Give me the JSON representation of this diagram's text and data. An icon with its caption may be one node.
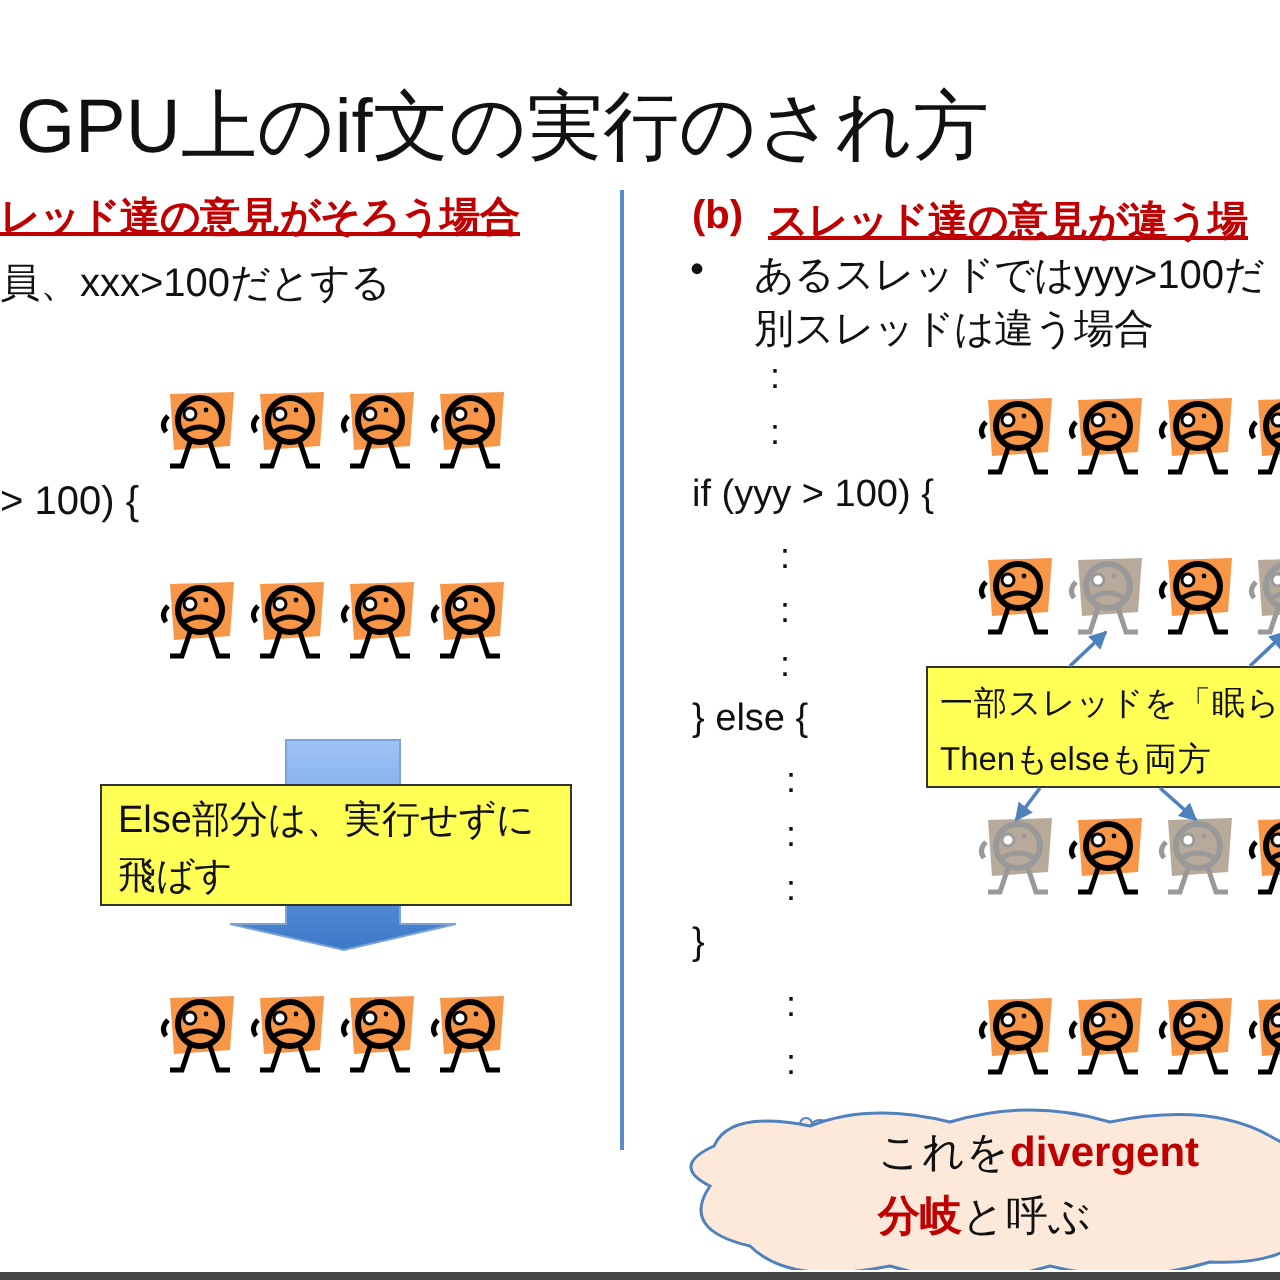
{
  "diagram": {
    "title": "GPU上のif文の実行のされ方",
    "nodes": [
      {
        "text": [],
        "shape": "picture"
      },
      {
        "text": [],
        "shape": "picture"
      },
      {
        "text": [],
        "shape": "picture"
      },
      {
        "text": [],
        "shape": "picture"
      },
      {
        "text": [],
        "shape": "picture"
      },
      {
        "text": [],
        "shape": "picture"
      },
      {
        "text": [],
        "shape": "picture"
      },
      {
        "text": [],
        "shape": "picture"
      },
      {
        "text": [
          "Else部分は、実行せずに飛ばす"
        ]
      },
      {
        "text": [],
        "shape": "picture"
      },
      {
        "text": [],
        "shape": "picture"
      },
      {
        "text": [],
        "shape": "picture"
      },
      {
        "text": [],
        "shape": "picture"
      },
      {
        "text": [],
        "shape": "picture"
      },
      {
        "text": [],
        "shape": "picture"
      },
      {
        "text": [],
        "shape": "picture"
      },
      {
        "text": [],
        "shape": "picture"
      },
      {
        "text": [],
        "shape": "picture"
      },
      {
        "text": [],
        "shape": "picture"
      },
      {
        "text": [],
        "shape": "picture"
      },
      {
        "text": [],
        "shape": "picture"
      },
      {
        "text": [
          "一部スレッドを「眠らThenもelseも両方"
        ]
      },
      {
        "text": [],
        "shape": "picture"
      },
      {
        "text": [],
        "shape": "picture"
      },
      {
        "text": [],
        "shape": "picture"
      },
      {
        "text": [],
        "shape": "picture"
      },
      {
        "text": [],
        "shape": "picture"
      },
      {
        "text": [],
        "shape": "picture"
      },
      {
        "text": [],
        "shape": "picture"
      },
      {
        "text": [],
        "shape": "picture"
      },
      {
        "text": [
          "これを**divergent** **分岐**と呼ぶ"
        ]
      }
    ],
    "edges": [
      {
        "from": 21,
        "to": 18,
        "arrow": "to"
      },
      {
        "from": 21,
        "to": 20,
        "arrow": "to"
      },
      {
        "from": 21,
        "to": 22,
        "arrow": "to"
      },
      {
        "from": 21,
        "to": 24,
        "arrow": "to"
      }
    ],
    "labels": [
      "レッド達の意見がそろう場合",
      "員、xxx>100だとする",
      "> 100) {",
      "(b)",
      "スレッド達の意見が違う場",
      "•",
      "あるスレッドではyyy>100だ",
      "別スレッドは違う場合",
      ":",
      ":",
      "if (yyy > 100) {",
      ":",
      ":",
      ":",
      "} else {",
      ":",
      ":",
      ":",
      "}",
      ":",
      ":"
    ]
  }
}
